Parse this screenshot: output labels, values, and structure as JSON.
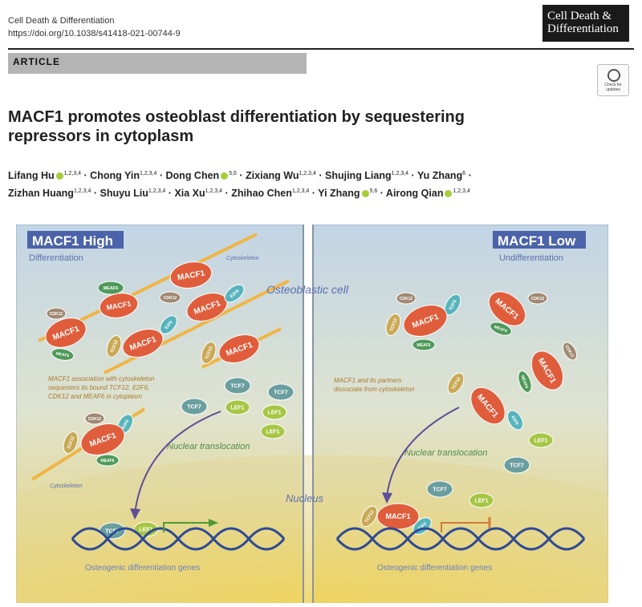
{
  "header": {
    "journal_name": "Cell Death & Differentiation",
    "doi": "https://doi.org/10.1038/s41418-021-00744-9",
    "logo_line1": "Cell Death &",
    "logo_line2": "Differentiation",
    "section_label": "ARTICLE",
    "updates_badge": "Check for updates"
  },
  "paper": {
    "title_line1": "MACF1 promotes osteoblast differentiation by sequestering",
    "title_line2": "repressors in cytoplasm",
    "authors_line1": [
      {
        "name": "Lifang Hu",
        "orcid": true,
        "aff": "1,2,3,4"
      },
      {
        "name": "Chong Yin",
        "orcid": false,
        "aff": "1,2,3,4"
      },
      {
        "name": "Dong Chen",
        "orcid": true,
        "aff": "5,6"
      },
      {
        "name": "Zixiang Wu",
        "orcid": false,
        "aff": "1,2,3,4"
      },
      {
        "name": "Shujing Liang",
        "orcid": false,
        "aff": "1,2,3,4"
      },
      {
        "name": "Yu Zhang",
        "orcid": false,
        "aff": "6"
      }
    ],
    "authors_line2": [
      {
        "name": "Zizhan Huang",
        "orcid": false,
        "aff": "1,2,3,4"
      },
      {
        "name": "Shuyu Liu",
        "orcid": false,
        "aff": "1,2,3,4"
      },
      {
        "name": "Xia Xu",
        "orcid": false,
        "aff": "1,2,3,4"
      },
      {
        "name": "Zhihao Chen",
        "orcid": false,
        "aff": "1,2,3,4"
      },
      {
        "name": "Yi Zhang",
        "orcid": true,
        "aff": "5,6"
      },
      {
        "name": "Airong Qian",
        "orcid": true,
        "aff": "1,2,3,4"
      }
    ]
  },
  "figure": {
    "left_title": "MACF1 High",
    "left_sub": "Differentiation",
    "right_title": "MACF1 Low",
    "right_sub": "Undifferentiation",
    "cell_label": "Osteoblastic  cell",
    "nucleus_label": "Nucleus",
    "cytoskeleton_label": "Cytoskeleton",
    "left_caption": [
      "MACF1 association with cytoskeleton",
      "sequesters its bound TCF12, E2F6,",
      "CDK12 and MEAF6 in cytoplasm"
    ],
    "right_caption": [
      "MACF1 and its partners",
      "dissociate from cytoskeleton"
    ],
    "translocation_label": "Nuclear translocation",
    "genes_label": "Osteogenic differentiation genes",
    "proteins": {
      "macf1": "MACF1",
      "meaf6": "MEAF6",
      "cdk12": "CDK12",
      "e2f6": "E2F6",
      "tcf12": "TCF12",
      "tcf7": "TCF7",
      "lef1": "LEF1"
    },
    "colors": {
      "macf1": "#e05d3c",
      "meaf6": "#4f9a5a",
      "cdk12": "#a08872",
      "e2f6": "#58b4bc",
      "tcf12": "#c9a955",
      "tcf7": "#6a9e9f",
      "lef1": "#a6c644",
      "panel_title_bg": "#4b63a8",
      "label_text": "#5b6fae"
    }
  }
}
